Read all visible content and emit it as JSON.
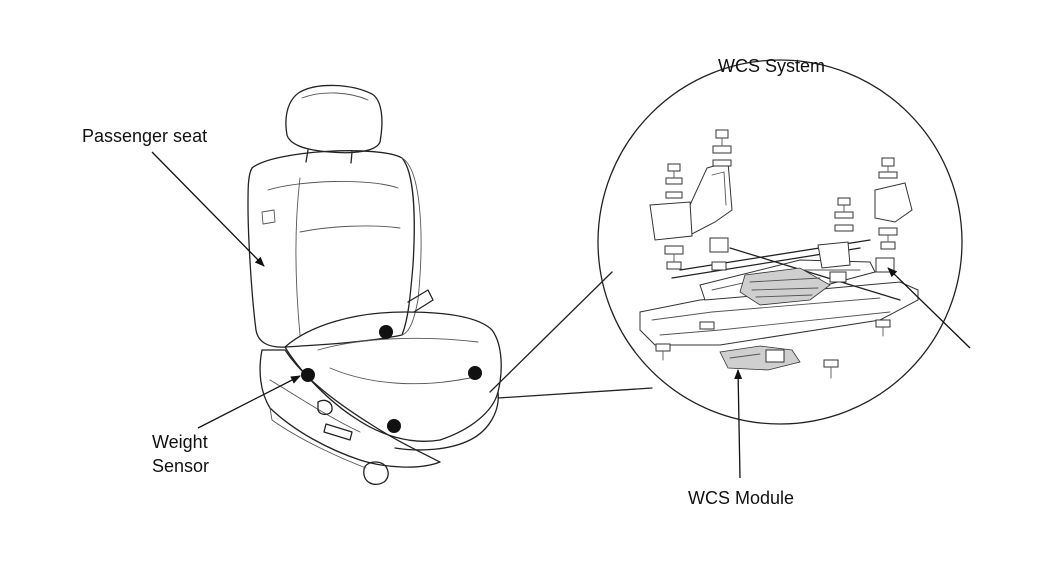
{
  "labels": {
    "passenger_seat": "Passenger seat",
    "weight_sensor_line1": "Weight",
    "weight_sensor_line2": "Sensor",
    "wcs_system": "WCS System",
    "wcs_module": "WCS Module"
  },
  "colors": {
    "ink": "#111111",
    "sensor_dot": "#111111",
    "background": "#ffffff"
  },
  "icons": [
    "seat-illustration",
    "weight-sensor-dot",
    "magnifier-circle",
    "seat-rail-assembly"
  ]
}
